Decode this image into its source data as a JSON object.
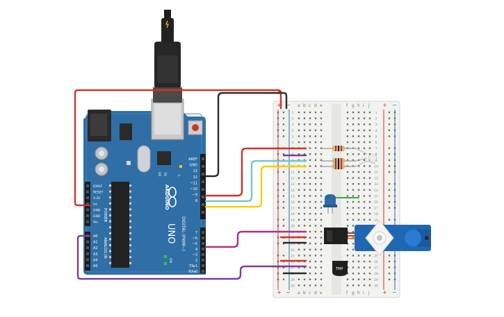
{
  "colors": {
    "board": "#2f6fa6",
    "board_dark": "#1f5585",
    "breadboard": "#f1f1ef",
    "wire_red": "#d63027",
    "wire_black": "#2b2b2b",
    "wire_purple": "#7b3e96",
    "wire_cyan": "#73c6c9",
    "wire_yellow": "#f0d000",
    "wire_magenta": "#b0317f",
    "wire_green": "#3aa640",
    "servo_blue": "#1f67b3",
    "led_blue": "#2d6ba6"
  },
  "arduino": {
    "brand": "ARDUINO",
    "model": "UNO",
    "on_label": "ON",
    "digital_label": "DIGITAL (PWM~)",
    "analog_label": "ANALOG IN",
    "power_label": "POWER",
    "l_label": "L",
    "tx_label": "TX",
    "rx_label": "RX",
    "power_pins": [
      "IOREF",
      "RESET",
      "3.3V",
      "5V",
      "GND",
      "GND",
      "Vin"
    ],
    "analog_pins": [
      "A0",
      "A1",
      "A2",
      "A3",
      "A4",
      "A5"
    ],
    "digital_pins_top": [
      "AREF",
      "GND",
      "13",
      "12",
      "~11",
      "~10",
      "~9",
      "8"
    ],
    "digital_pins_bottom": [
      "7",
      "~6",
      "~5",
      "4",
      "~3",
      "2",
      "TX▸1",
      "RX◂0"
    ]
  },
  "breadboard": {
    "cols_left": [
      "a",
      "b",
      "c",
      "d",
      "e"
    ],
    "cols_right": [
      "f",
      "g",
      "h",
      "i",
      "j"
    ],
    "rail_plus": "+",
    "rail_minus": "−",
    "row_numbers": [
      "1",
      "2",
      "3",
      "4",
      "5",
      "6",
      "7",
      "8",
      "9",
      "10",
      "11",
      "12",
      "13",
      "14",
      "15",
      "16",
      "17",
      "18",
      "19",
      "20",
      "21",
      "22",
      "23",
      "24",
      "25",
      "26",
      "27",
      "28",
      "29",
      "30"
    ]
  },
  "components": {
    "tmp_label": "TMP",
    "resistors": 3
  },
  "icons": [
    "usb-plug-icon",
    "infinity-logo-icon"
  ]
}
